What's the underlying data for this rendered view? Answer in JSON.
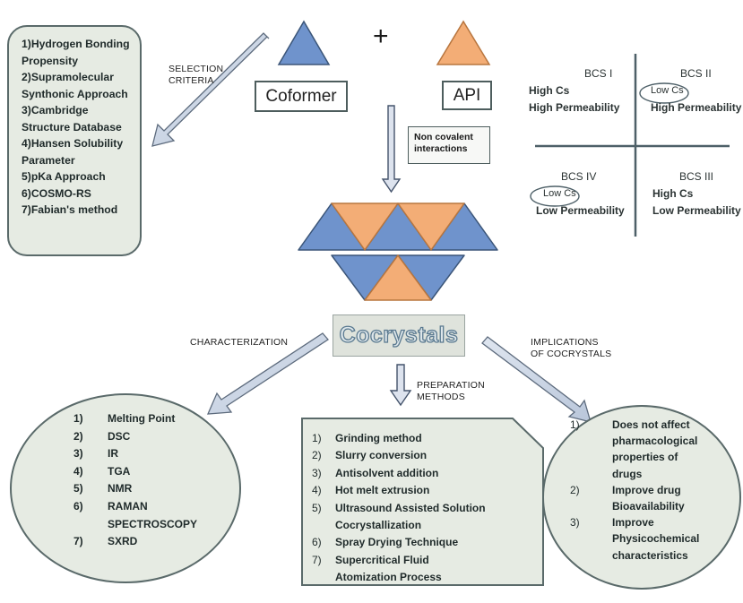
{
  "selection_criteria": {
    "items": [
      "1)Hydrogen Bonding",
      "Propensity",
      "2)Supramolecular",
      "Synthonic Approach",
      "3)Cambridge",
      "Structure Database",
      "4)Hansen Solubility",
      "Parameter",
      "5)pKa Approach",
      "6)COSMO-RS",
      "7)Fabian's method"
    ],
    "arrow_label_line1": "SELECTION",
    "arrow_label_line2": "CRITERIA"
  },
  "plus_sign": "+",
  "coformer_label": "Coformer",
  "api_label": "API",
  "noncovalent_label": "Non covalent interactions",
  "bcs": {
    "q1": {
      "title": "BCS I",
      "line1": "High Cs",
      "line2": "High Permeability"
    },
    "q2": {
      "title": "BCS II",
      "line1": "Low Cs",
      "line2": "High Permeability"
    },
    "q3": {
      "title": "BCS III",
      "line1": "High Cs",
      "line2": "Low Permeability"
    },
    "q4": {
      "title": "BCS IV",
      "line1": "Low Cs",
      "line2": "Low Permeability"
    }
  },
  "cocrystals_label": "Cocrystals",
  "characterization": {
    "label": "CHARACTERIZATION",
    "items": [
      {
        "num": "1)",
        "text": "Melting Point"
      },
      {
        "num": "2)",
        "text": "DSC"
      },
      {
        "num": "3)",
        "text": "IR"
      },
      {
        "num": "4)",
        "text": "TGA"
      },
      {
        "num": "5)",
        "text": "NMR"
      },
      {
        "num": "6)",
        "text": "RAMAN"
      },
      {
        "num": "",
        "text": "SPECTROSCOPY"
      },
      {
        "num": "7)",
        "text": "SXRD"
      }
    ]
  },
  "preparation": {
    "label_line1": "PREPARATION",
    "label_line2": "METHODS",
    "items": [
      {
        "num": "1)",
        "text": "Grinding method"
      },
      {
        "num": "2)",
        "text": "Slurry conversion"
      },
      {
        "num": "3)",
        "text": "Antisolvent addition"
      },
      {
        "num": "4)",
        "text": "Hot melt extrusion"
      },
      {
        "num": "5)",
        "text": "Ultrasound Assisted Solution"
      },
      {
        "num": "",
        "text": "Cocrystallization"
      },
      {
        "num": "6)",
        "text": "Spray Drying Technique"
      },
      {
        "num": "7)",
        "text": "Supercritical Fluid"
      },
      {
        "num": "",
        "text": "Atomization Process"
      }
    ]
  },
  "implications": {
    "label_line1": "IMPLICATIONS",
    "label_line2": "OF COCRYSTALS",
    "items": [
      {
        "num": "1)",
        "text": "Does not affect"
      },
      {
        "num": "",
        "text": "pharmacological"
      },
      {
        "num": "",
        "text": "properties of"
      },
      {
        "num": "",
        "text": "drugs"
      },
      {
        "num": "2)",
        "text": "Improve drug"
      },
      {
        "num": "",
        "text": "Bioavailability"
      },
      {
        "num": "3)",
        "text": "Improve"
      },
      {
        "num": "",
        "text": "Physicochemical"
      },
      {
        "num": "",
        "text": "characteristics"
      }
    ]
  },
  "colors": {
    "blue_triangle": "#6f93cc",
    "orange_triangle": "#f3ad76",
    "arrow_fill": "#c9d3e3",
    "panel_fill": "#e6ebe3"
  }
}
